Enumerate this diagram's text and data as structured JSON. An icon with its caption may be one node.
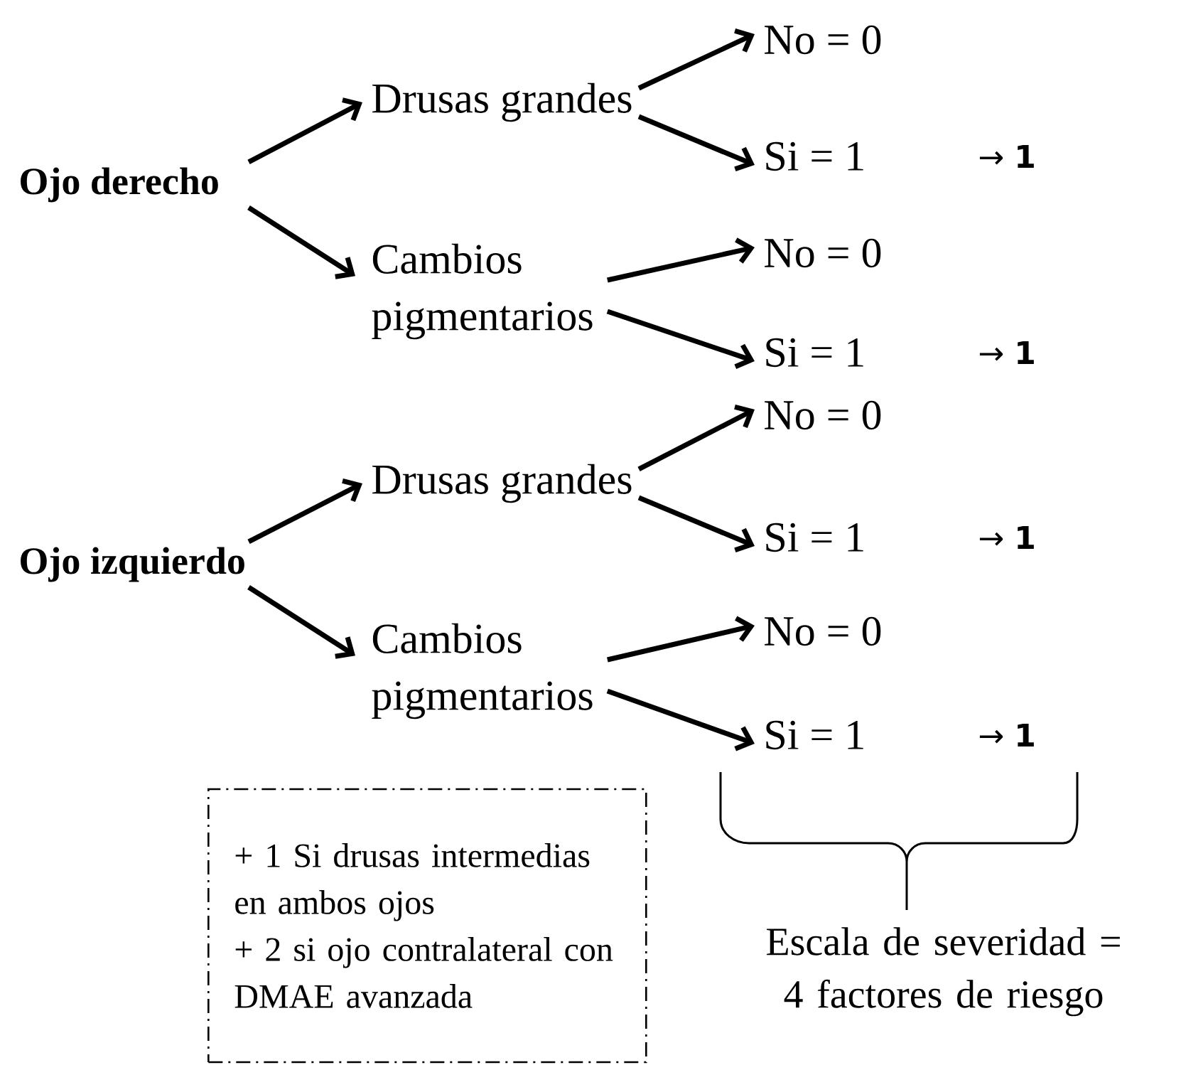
{
  "diagram": {
    "nodes": [
      {
        "text": [
          "Ojo derecho"
        ]
      },
      {
        "text": [
          "Drusas grandes"
        ]
      },
      {
        "text": [
          "Cambios pigmentarios"
        ]
      },
      {
        "text": [
          "No = 0"
        ]
      },
      {
        "text": [
          "Si = 1"
        ]
      },
      {
        "text": [
          "No = 0"
        ]
      },
      {
        "text": [
          "Si = 1"
        ]
      },
      {
        "text": [
          "Ojo izquierdo"
        ]
      },
      {
        "text": [
          "Drusas grandes"
        ]
      },
      {
        "text": [
          "Cambios pigmentarios"
        ]
      },
      {
        "text": [
          "No = 0"
        ]
      },
      {
        "text": [
          "Si = 1"
        ]
      },
      {
        "text": [
          "No = 0"
        ]
      },
      {
        "text": [
          "Si = 1"
        ]
      },
      {
        "text": [
          "+ 1 Si drusas intermedias en ambos ojos",
          "+ 2 si ojo contralateral con DMAE avanzada"
        ]
      }
    ],
    "edges": [
      {
        "from": 0,
        "to": 1,
        "arrow": "to"
      },
      {
        "from": 0,
        "to": 2,
        "arrow": "to"
      },
      {
        "from": 1,
        "to": 3,
        "arrow": "to"
      },
      {
        "from": 1,
        "to": 4,
        "arrow": "to"
      },
      {
        "from": 2,
        "to": 5,
        "arrow": "to"
      },
      {
        "from": 2,
        "to": 6,
        "arrow": "to"
      },
      {
        "from": 7,
        "to": 8,
        "arrow": "to"
      },
      {
        "from": 7,
        "to": 9,
        "arrow": "to"
      },
      {
        "from": 8,
        "to": 10,
        "arrow": "to"
      },
      {
        "from": 8,
        "to": 11,
        "arrow": "to"
      },
      {
        "from": 9,
        "to": 12,
        "arrow": "to"
      },
      {
        "from": 9,
        "to": 13,
        "arrow": "to"
      }
    ],
    "labels": [
      "→ **1**",
      "→ **1**",
      "→ **1**",
      "→ **1**",
      "Escala de severidad = 4 factores de riesgo"
    ]
  }
}
